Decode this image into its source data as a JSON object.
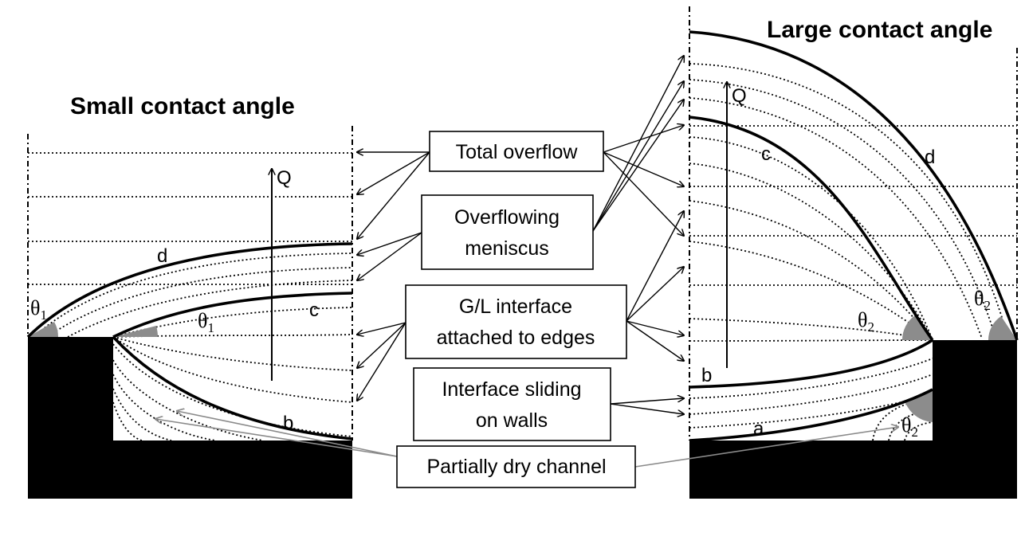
{
  "titles": {
    "left": "Small contact angle",
    "right": "Large contact angle"
  },
  "axis_label": "Q",
  "curve_labels": {
    "left": {
      "d": "d",
      "c": "c",
      "b": "b"
    },
    "right": {
      "d": "d",
      "c": "c",
      "b": "b",
      "a": "a"
    }
  },
  "angles": {
    "left_symbol": "θ",
    "left_sub": "1",
    "right_symbol": "θ",
    "right_sub": "2"
  },
  "regimes": [
    {
      "lines": [
        "Total overflow"
      ]
    },
    {
      "lines": [
        "Overflowing",
        "meniscus"
      ]
    },
    {
      "lines": [
        "G/L interface",
        "attached to edges"
      ]
    },
    {
      "lines": [
        "Interface sliding",
        "on walls"
      ]
    },
    {
      "lines": [
        "Partially dry channel"
      ]
    }
  ],
  "colors": {
    "wall": "#000000",
    "contact_angle_wedge": "#8c8c8c",
    "dry_channel_arrow": "#8a8a8a"
  }
}
